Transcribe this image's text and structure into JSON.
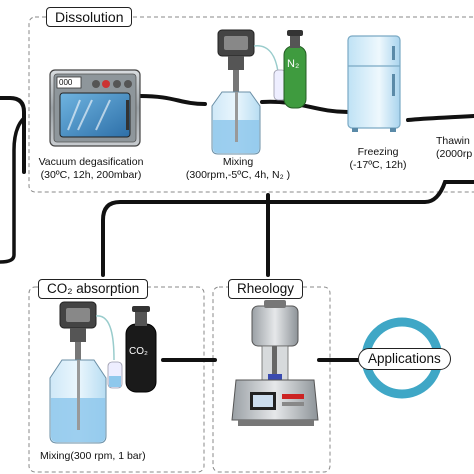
{
  "dissolution": {
    "title": "Dissolution",
    "vacuum": {
      "line1": "Vacuum degasification",
      "line2": "(30ºC, 12h, 200mbar)",
      "display": "000"
    },
    "mixing": {
      "line1": "Mixing",
      "line2": "(300rpm,-5ºC, 4h, N₂ )",
      "gas": "N₂"
    },
    "freezing": {
      "line1": "Freezing",
      "line2": "(-17ºC, 12h)"
    },
    "thawing": {
      "line1": "Thawin",
      "line2": "(2000rp"
    }
  },
  "co2_absorption": {
    "title": "CO₂ absorption",
    "caption": "Mixing(300 rpm, 1 bar)",
    "gas": "CO₂"
  },
  "rheology": {
    "title": "Rheology"
  },
  "applications": {
    "label": "Applications"
  },
  "colors": {
    "ring": "#3fa7c6",
    "water": "#a9d6f0",
    "n2_cylinder": "#3f9b3f",
    "co2_cylinder": "#1a1a1a"
  }
}
